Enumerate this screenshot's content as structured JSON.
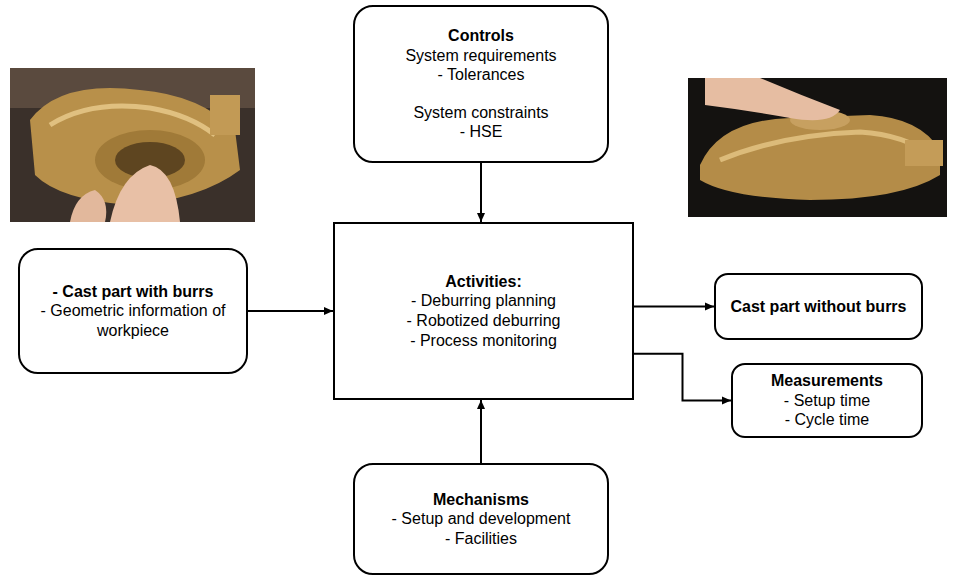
{
  "diagram": {
    "nodes": [
      {
        "text": [
          "Controls",
          "System requirements",
          "- Tolerances",
          "System constraints",
          "- HSE"
        ]
      },
      {
        "text": [
          "- Cast part with burrs",
          "- Geometric information of workpiece"
        ]
      },
      {
        "text": [
          "Activities:",
          "- Deburring planning",
          "- Robotized deburring",
          "- Process monitoring"
        ]
      },
      {
        "text": [
          "Cast part without burrs"
        ]
      },
      {
        "text": [
          "Measurements",
          "- Setup time",
          "- Cycle time"
        ]
      },
      {
        "text": [
          "Mechanisms",
          "- Setup and development",
          "- Facilities"
        ]
      }
    ],
    "edges": [
      {
        "from": 0,
        "to": 2,
        "arrow": "to"
      },
      {
        "from": 1,
        "to": 2,
        "arrow": "to"
      },
      {
        "from": 2,
        "to": 3,
        "arrow": "to"
      },
      {
        "from": 2,
        "to": 4,
        "arrow": "to"
      },
      {
        "from": 5,
        "to": 2,
        "arrow": "to"
      }
    ]
  }
}
